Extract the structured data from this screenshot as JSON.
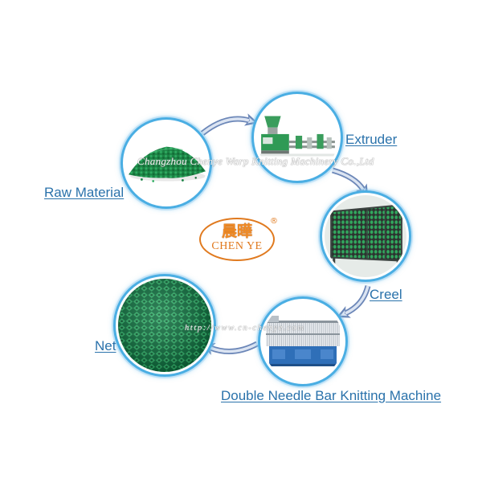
{
  "steps": [
    {
      "label": "Raw Material",
      "icon": "green-pellets-icon"
    },
    {
      "label": "Extruder",
      "icon": "extruder-machine-icon"
    },
    {
      "label": "Creel",
      "icon": "creel-rack-icon"
    },
    {
      "label": "Double Needle Bar Knitting Machine",
      "icon": "knitting-machine-icon"
    },
    {
      "label": "Net",
      "icon": "green-net-icon"
    }
  ],
  "logo": {
    "chinese": "晨曄",
    "english": "CHEN YE",
    "mark": "®"
  },
  "watermark": {
    "company": "Changzhou Chenye Warp Knitting Machinery Co.,Ltd",
    "url": "http://www.cn-chenye.com"
  },
  "colors": {
    "label": "#2a72ab",
    "ring": "#4aaee3",
    "arrow": "#6c87b8",
    "logo": "#e07a1f",
    "product_green": "#1d8446"
  }
}
